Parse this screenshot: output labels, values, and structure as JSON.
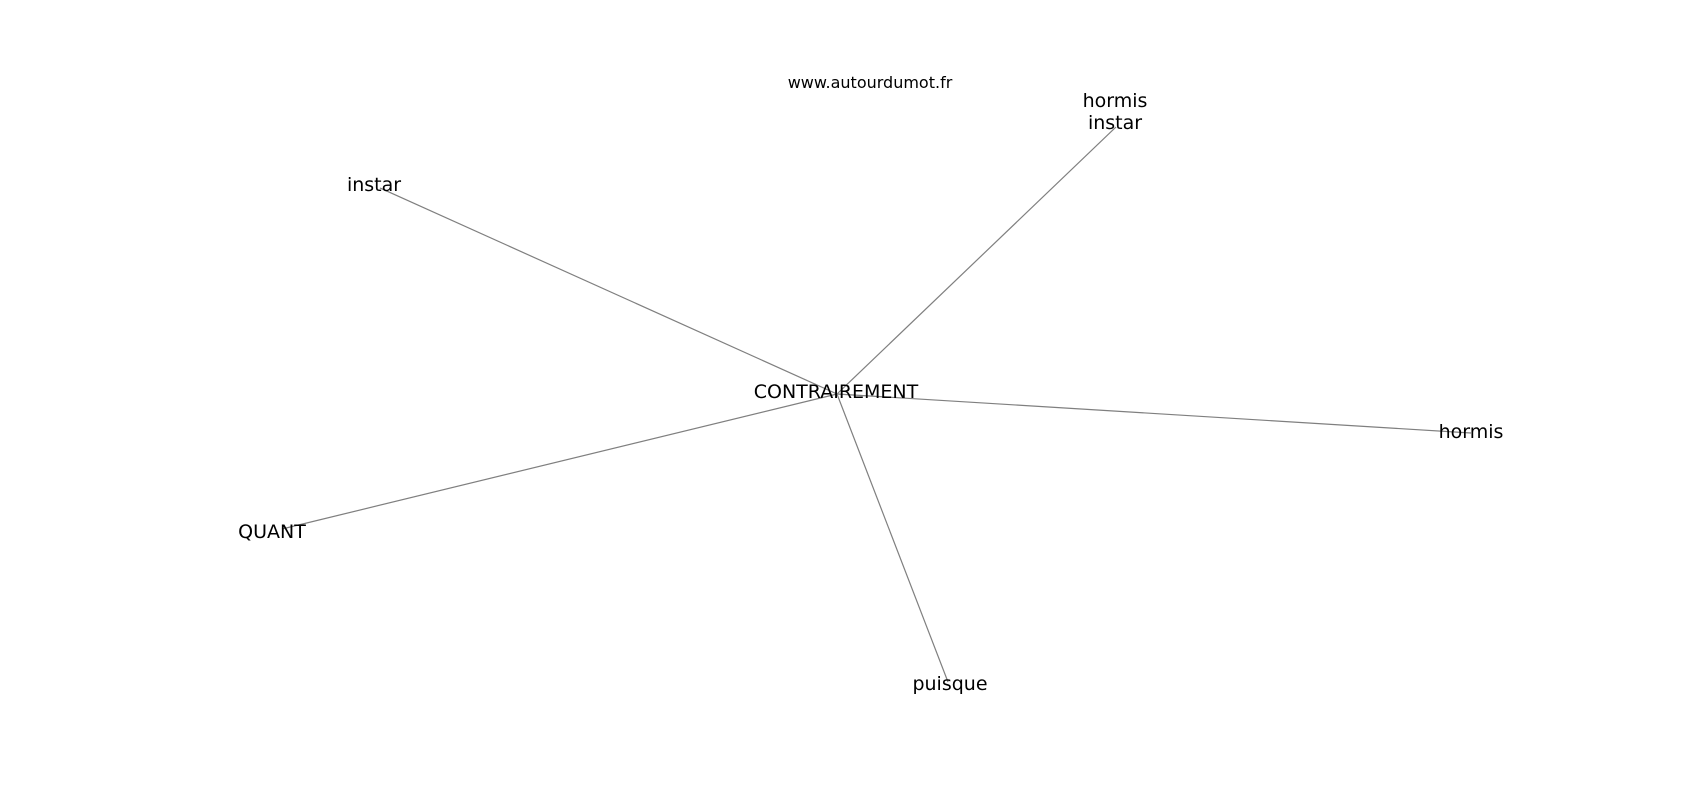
{
  "watermark": "www.autourdumot.fr",
  "colors": {
    "edge": "#7f7f7f",
    "text": "#000000",
    "background": "#ffffff"
  },
  "center": {
    "id": "contrairement",
    "lines": [
      "CONTRAIREMENT"
    ]
  },
  "nodes": [
    {
      "id": "instar",
      "lines": [
        "instar"
      ]
    },
    {
      "id": "hormis-instar",
      "lines": [
        "hormis",
        "instar"
      ]
    },
    {
      "id": "hormis",
      "lines": [
        "hormis"
      ]
    },
    {
      "id": "quant",
      "lines": [
        "QUANT"
      ]
    },
    {
      "id": "puisque",
      "lines": [
        "puisque"
      ]
    }
  ],
  "edges": [
    {
      "from": "contrairement",
      "to": "instar"
    },
    {
      "from": "contrairement",
      "to": "hormis-instar"
    },
    {
      "from": "contrairement",
      "to": "hormis"
    },
    {
      "from": "contrairement",
      "to": "quant"
    },
    {
      "from": "contrairement",
      "to": "puisque"
    }
  ]
}
